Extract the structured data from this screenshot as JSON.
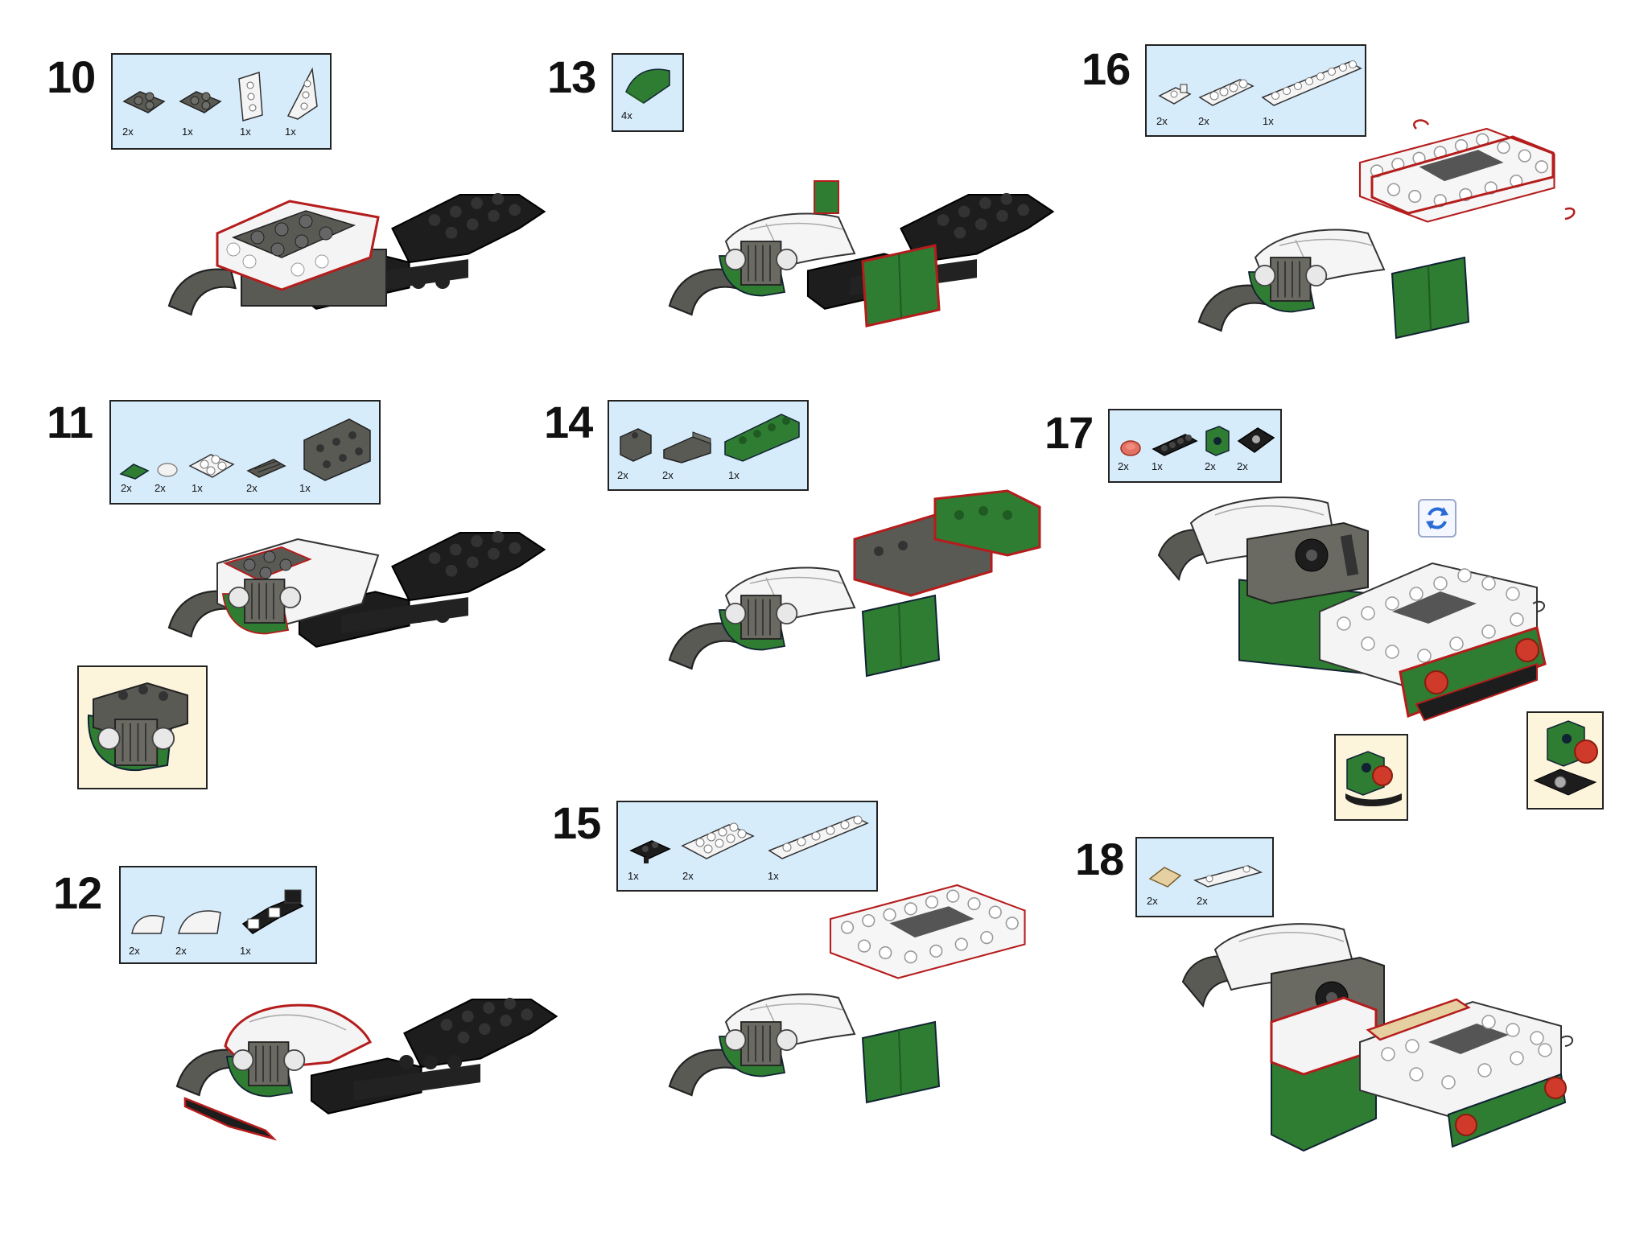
{
  "steps": [
    {
      "number": "10",
      "parts": [
        {
          "qty": "2x",
          "icon": "dark-gray-corner-plate"
        },
        {
          "qty": "1x",
          "icon": "dark-gray-corner-plate"
        },
        {
          "qty": "1x",
          "icon": "white-wedge-plate-left"
        },
        {
          "qty": "1x",
          "icon": "white-wedge-plate-right"
        }
      ]
    },
    {
      "number": "11",
      "parts": [
        {
          "qty": "2x",
          "icon": "green-slope-tile"
        },
        {
          "qty": "2x",
          "icon": "clear-round-tile"
        },
        {
          "qty": "1x",
          "icon": "white-plate-2x2"
        },
        {
          "qty": "2x",
          "icon": "dark-gray-grille-tile"
        },
        {
          "qty": "1x",
          "icon": "dark-gray-bracket-plate"
        }
      ]
    },
    {
      "number": "12",
      "parts": [
        {
          "qty": "2x",
          "icon": "white-curved-slope"
        },
        {
          "qty": "2x",
          "icon": "white-curved-slope-large"
        },
        {
          "qty": "1x",
          "icon": "black-exhaust-clip"
        }
      ]
    },
    {
      "number": "13",
      "parts": [
        {
          "qty": "4x",
          "icon": "green-curved-slope"
        }
      ]
    },
    {
      "number": "14",
      "parts": [
        {
          "qty": "2x",
          "icon": "dark-gray-slope-brick"
        },
        {
          "qty": "2x",
          "icon": "dark-gray-bracket"
        },
        {
          "qty": "1x",
          "icon": "green-brick-1x4"
        }
      ]
    },
    {
      "number": "15",
      "parts": [
        {
          "qty": "1x",
          "icon": "black-clip-plate"
        },
        {
          "qty": "2x",
          "icon": "white-plate-2x4"
        },
        {
          "qty": "1x",
          "icon": "white-plate-1x6"
        }
      ]
    },
    {
      "number": "16",
      "parts": [
        {
          "qty": "2x",
          "icon": "white-clip-plate"
        },
        {
          "qty": "2x",
          "icon": "white-plate-1x4"
        },
        {
          "qty": "1x",
          "icon": "white-plate-1x8"
        }
      ]
    },
    {
      "number": "17",
      "parts": [
        {
          "qty": "2x",
          "icon": "red-trans-round-plate"
        },
        {
          "qty": "1x",
          "icon": "black-plate-1x4"
        },
        {
          "qty": "2x",
          "icon": "green-technic-brick"
        },
        {
          "qty": "2x",
          "icon": "black-jumper-plate"
        }
      ]
    },
    {
      "number": "18",
      "parts": [
        {
          "qty": "2x",
          "icon": "tan-tile-slope"
        },
        {
          "qty": "2x",
          "icon": "white-plate-1x4-stud"
        }
      ]
    }
  ],
  "colors": {
    "panel_bg": "#d7ecfb",
    "callout_bg": "#fdf4dc",
    "green": "#2f7d32",
    "dark_gray": "#5a5a55",
    "white_brick": "#f4f4f4",
    "black": "#1b1b1b",
    "tan": "#e6cfa0",
    "red_trans": "#d03a2a"
  }
}
